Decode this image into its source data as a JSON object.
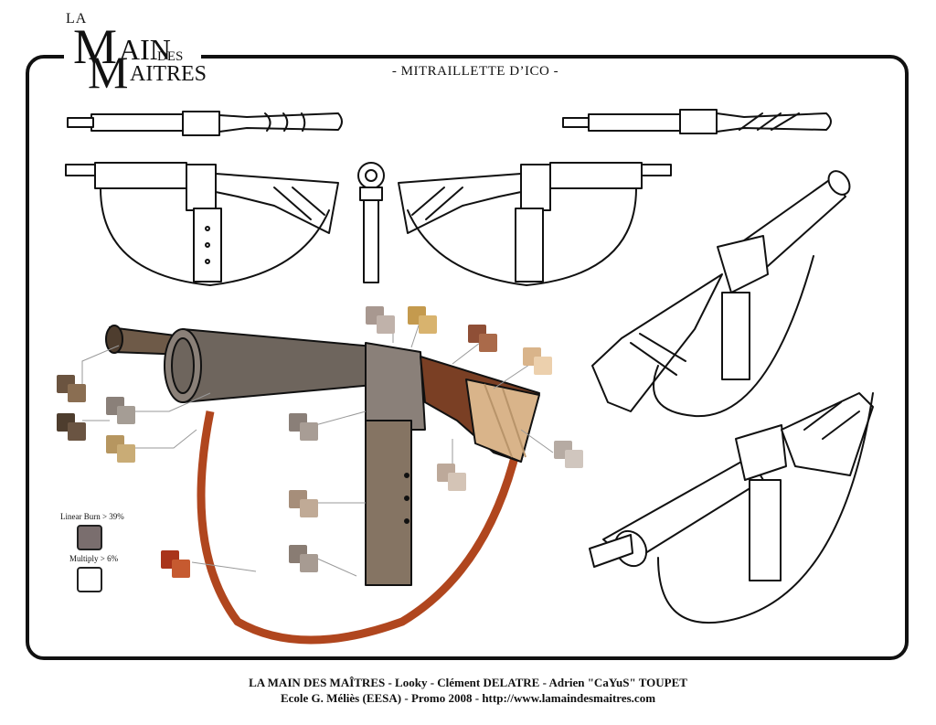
{
  "logo": {
    "la": "LA",
    "m": "M",
    "ain": "AIN",
    "des": "DES",
    "m2": "M",
    "itres": "AITRES"
  },
  "sheet_title": "- MITRAILLETTE D’ICO -",
  "legend": {
    "linear_burn": "Linear Burn > 39%",
    "multiply": "Multiply > 6%",
    "linear_burn_color": "#7a6e6e",
    "multiply_color": "#ffffff"
  },
  "swatches": [
    {
      "c1": "#6b5440",
      "c2": "#8a6e52"
    },
    {
      "c1": "#4e3d2e",
      "c2": "#6a5442"
    },
    {
      "c1": "#8a8079",
      "c2": "#a59d95"
    },
    {
      "c1": "#b69660",
      "c2": "#c9ac76"
    },
    {
      "c1": "#a89890",
      "c2": "#c0b2aa"
    },
    {
      "c1": "#c49a4e",
      "c2": "#d8b36e"
    },
    {
      "c1": "#8f4f36",
      "c2": "#aa6a4a"
    },
    {
      "c1": "#d9b48a",
      "c2": "#ecd0ad"
    },
    {
      "c1": "#8a7f78",
      "c2": "#a89d95"
    },
    {
      "c1": "#bda99a",
      "c2": "#d4c4b6"
    },
    {
      "c1": "#a68e7a",
      "c2": "#c0aa96"
    },
    {
      "c1": "#897c73",
      "c2": "#a79b92"
    },
    {
      "c1": "#a9341a",
      "c2": "#c65a30"
    },
    {
      "c1": "#b6aba3",
      "c2": "#d0c6be"
    },
    {
      "c1": "#a39084",
      "c2": "#bfae9f"
    }
  ],
  "credits": {
    "line1": "LA MAIN DES MAÎTRES - Looky - Clément DELATRE - Adrien \"CaYuS\" TOUPET",
    "line2": "Ecole G. Méliès (EESA) - Promo 2008 - http://www.lamaindesmaitres.com"
  },
  "colors": {
    "barrel": "#6e655d",
    "barrel_light": "#8a8078",
    "stock_wood": "#7a3f24",
    "stock_wrap": "#d9b48a",
    "strap": "#b0461e",
    "magazine": "#857463",
    "ink": "#111111"
  }
}
